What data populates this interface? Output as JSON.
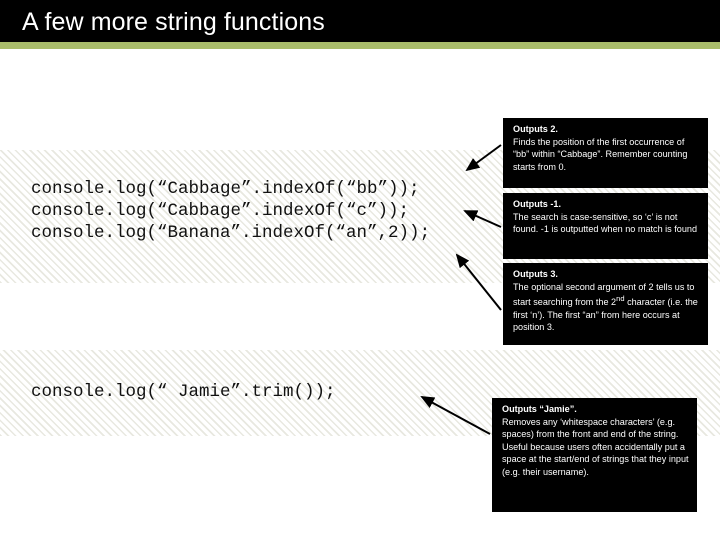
{
  "slide": {
    "title": "A few more string functions",
    "accent_color": "#a9bc6a",
    "header_bg": "#000000",
    "callout_bg": "#000000",
    "callout_text_color": "#ffffff",
    "background_color": "#ffffff",
    "stripe_color": "#e8e8e0"
  },
  "code_blocks": [
    {
      "id": "indexof-examples",
      "lines": [
        "console.log(“Cabbage”.indexOf(“bb”));",
        "console.log(“Cabbage”.indexOf(“c”));",
        "console.log(“Banana”.indexOf(“an”,2));"
      ],
      "text": "console.log(“Cabbage”.indexOf(“bb”));\nconsole.log(“Cabbage”.indexOf(“c”));\nconsole.log(“Banana”.indexOf(“an”,2));"
    },
    {
      "id": "trim-example",
      "lines": [
        "console.log(“ Jamie”.trim());"
      ],
      "text": "console.log(“ Jamie”.trim());"
    }
  ],
  "callouts": [
    {
      "id": "callout-indexof-bb",
      "title": "Outputs 2.",
      "body": "Finds the position of the first occurrence of “bb” within “Cabbage”. Remember counting starts from 0."
    },
    {
      "id": "callout-indexof-c",
      "title": "Outputs -1.",
      "body": "The search is case-sensitive, so ‘c’ is not found. -1 is outputted when no match is found"
    },
    {
      "id": "callout-indexof-an",
      "title": "Outputs 3.",
      "body_part_1": "The optional second argument of 2 tells us to start searching from the 2",
      "body_superscript": "nd",
      "body_part_2": " character (i.e. the first ‘n’). The first “an” from here occurs at position 3."
    },
    {
      "id": "callout-trim",
      "title": "Outputs “Jamie”.",
      "body": "Removes any ‘whitespace characters’ (e.g. spaces) from the front and end of the string. Useful because users often accidentally put a space at the start/end of strings that they input (e.g. their username)."
    }
  ]
}
